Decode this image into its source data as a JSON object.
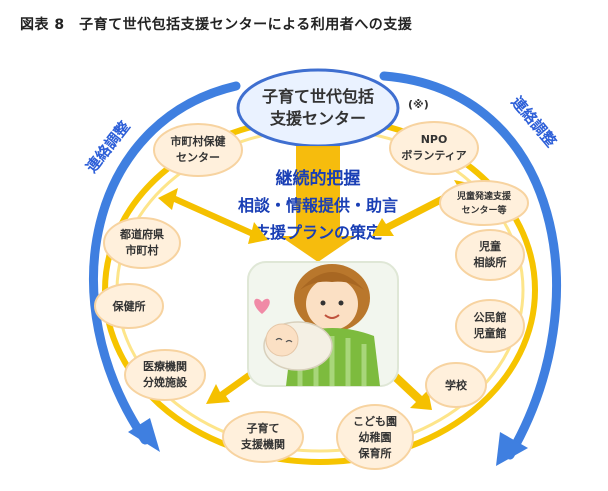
{
  "title": "図表 8　子育て世代包括支援センターによる利用者への支援",
  "hub": {
    "line1": "子育て世代包括",
    "line2": "支援センター",
    "note": "(※)"
  },
  "arc_labels": {
    "left": "連絡調整",
    "right": "連絡調整"
  },
  "center_text": {
    "line1": "継続的把握",
    "line2": "相談・情報提供・助言",
    "line3": "支援プランの策定"
  },
  "nodes": [
    {
      "id": "municipal-health",
      "lines": [
        "市町村保健",
        "センター"
      ]
    },
    {
      "id": "prefecture",
      "lines": [
        "都道府県",
        "市町村"
      ]
    },
    {
      "id": "health-center",
      "lines": [
        "保健所"
      ]
    },
    {
      "id": "medical",
      "lines": [
        "医療機関",
        "分娩施設"
      ]
    },
    {
      "id": "childcare-support",
      "lines": [
        "子育て",
        "支援機関"
      ]
    },
    {
      "id": "nursery",
      "lines": [
        "こども園",
        "幼稚園",
        "保育所"
      ]
    },
    {
      "id": "school",
      "lines": [
        "学校"
      ]
    },
    {
      "id": "community-hall",
      "lines": [
        "公民館",
        "児童館"
      ]
    },
    {
      "id": "child-consultation",
      "lines": [
        "児童",
        "相談所"
      ]
    },
    {
      "id": "child-development",
      "lines": [
        "児童発達支援",
        "センター等"
      ]
    },
    {
      "id": "npo",
      "lines": [
        "NPO",
        "ボランティア"
      ]
    }
  ],
  "colors": {
    "arc_blue": "#3f7fe0",
    "ring_yellow": "#f6c400",
    "node_fill": "#fff0dc",
    "node_stroke": "#f7d3a0",
    "center_arrow": "#f5b800",
    "center_text": "#1a3fb5",
    "hub_fill": "#eaf2ff",
    "hub_stroke": "#3f6fd0"
  },
  "illustration": {
    "icon": "mother-and-baby-icon"
  }
}
